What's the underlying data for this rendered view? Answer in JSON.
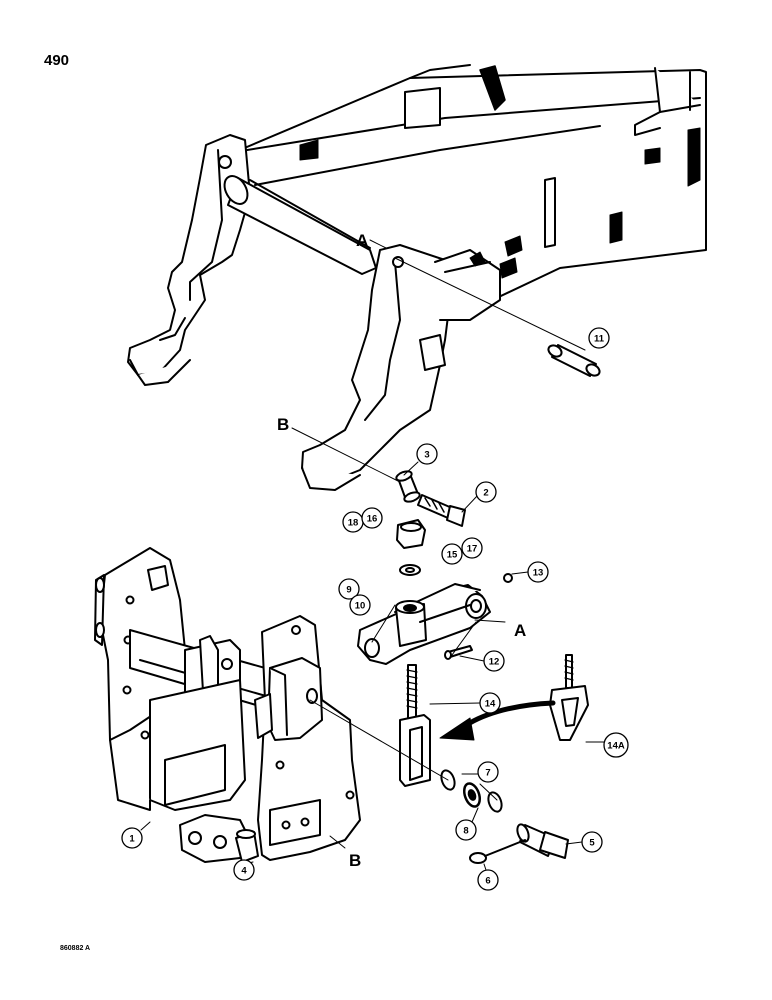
{
  "page": {
    "number": "490",
    "doc_code": "860882 A"
  },
  "callouts": {
    "c1": "1",
    "c2": "2",
    "c3": "3",
    "c4": "4",
    "c5": "5",
    "c6": "6",
    "c7": "7",
    "c8": "8",
    "c9": "9",
    "c10": "10",
    "c11": "11",
    "c12": "12",
    "c13": "13",
    "c14": "14",
    "c14a": "14A",
    "c15": "15",
    "c16": "16",
    "c17": "17",
    "c18": "18"
  },
  "refs": {
    "a": "A",
    "b": "B"
  }
}
